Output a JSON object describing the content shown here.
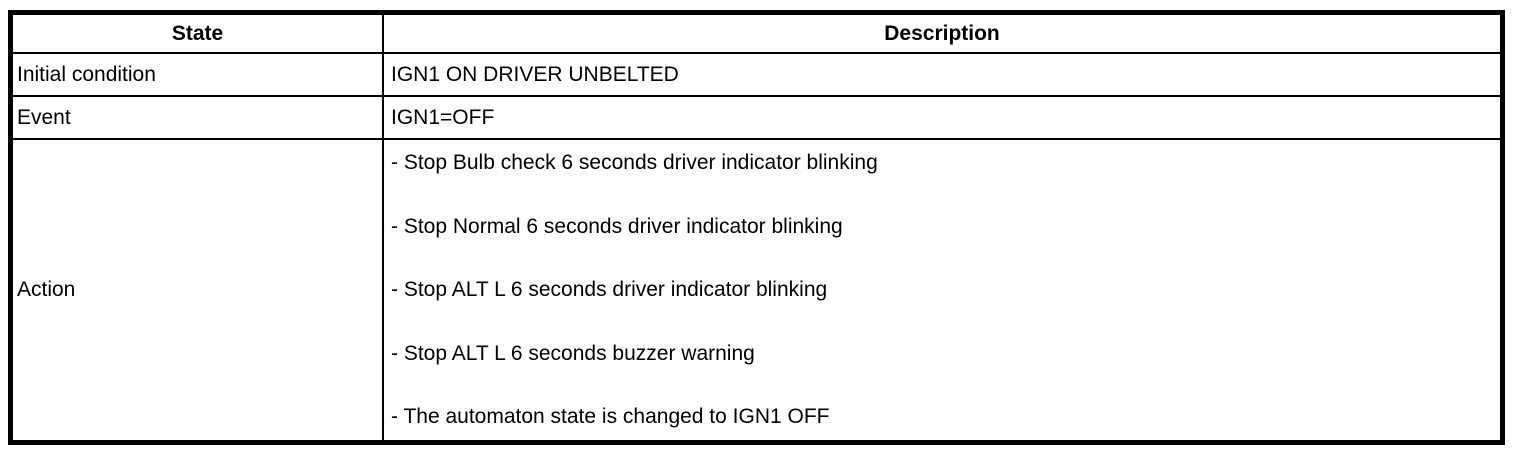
{
  "table": {
    "header": {
      "state": "State",
      "description": "Description"
    },
    "rows": {
      "initial_condition": {
        "label": "Initial condition",
        "value": "IGN1 ON DRIVER UNBELTED"
      },
      "event": {
        "label": "Event",
        "value": "IGN1=OFF"
      },
      "action": {
        "label": "Action",
        "items": [
          "- Stop Bulb check 6 seconds driver indicator blinking",
          "- Stop Normal 6 seconds driver indicator blinking",
          "- Stop ALT L 6 seconds driver indicator blinking",
          "- Stop ALT L 6 seconds buzzer warning",
          "- The automaton state is changed to IGN1 OFF"
        ]
      }
    }
  },
  "colors": {
    "border": "#000000",
    "text": "#000000",
    "background": "#ffffff"
  }
}
